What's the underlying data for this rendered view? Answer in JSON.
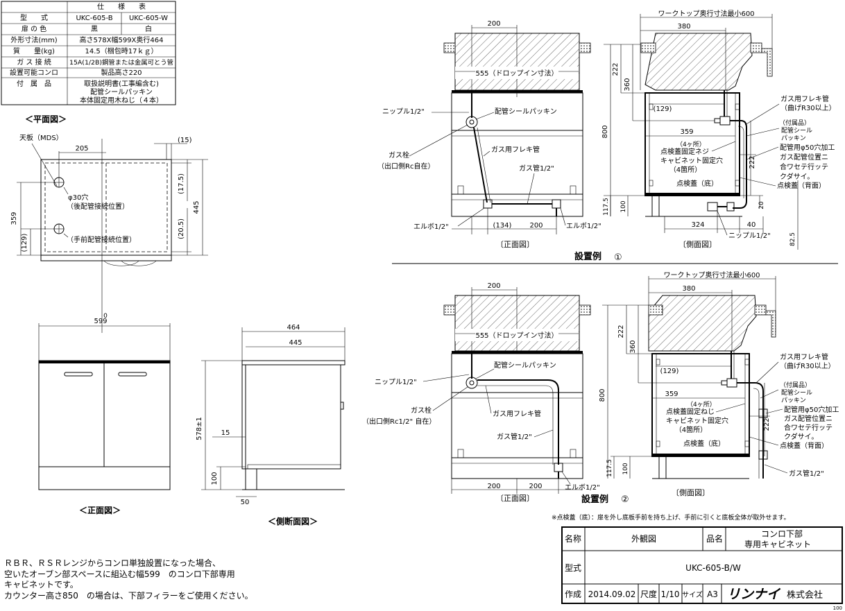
{
  "spec_table": {
    "title": "仕　　様　　表",
    "header": {
      "label": "型　　式",
      "col1": "UKC-605-B",
      "col2": "UKC-605-W"
    },
    "door_color": {
      "label": "扉 の 色",
      "col1": "黒",
      "col2": "白"
    },
    "size": {
      "label": "外形寸法(mm)",
      "value": "高さ578X幅599X奥行464"
    },
    "weight": {
      "label": "質　　量(kg)",
      "value": "14.5（梱包時17ｋｇ）"
    },
    "gas": {
      "label": "ガ ス 接 続",
      "value": "15A(1/2B)鋼管または金属可とう管"
    },
    "stove": {
      "label": "設置可能コンロ",
      "value": "製品高さ220"
    },
    "accessories": {
      "label": "付　属　品",
      "lines": [
        "取扱説明書(工事編含む)",
        "配管シールパッキン",
        "本体固定用木ねじ（４本）"
      ]
    }
  },
  "plan_view": {
    "title": "＜平面図＞",
    "top_label": "天板（MDS）",
    "dim_205": "205",
    "dim_15": "(15)",
    "dim_17_5": "(17.5)",
    "dim_445": "445",
    "dim_359": "359",
    "dim_129": "(129)",
    "dim_20_5": "(20.5)",
    "hole": "φ30穴",
    "rear_pipe": "（後配管接続位置）",
    "front_pipe": "（手前配管接続位置）"
  },
  "front_view": {
    "title": "＜正面図＞",
    "dim_599": "599",
    "dim_0": "0"
  },
  "section_view": {
    "title": "＜側断面図＞",
    "dim_464": "464",
    "dim_445": "445",
    "dim_578": "578±1",
    "dim_15": "15",
    "dim_100": "100",
    "dim_50": "50"
  },
  "example1": {
    "label": "設置例",
    "number": "①",
    "front_title": "〔正面図〕",
    "side_title": "〔側面図〕",
    "dim_200_top": "200",
    "dim_555": "555（ドロップイン寸法）",
    "nipple": "ニップル1/2\"",
    "packing": "配管シールパッキン",
    "flex": "ガス用フレキ管",
    "gas_cock": "ガス栓",
    "gas_cock_note": "（出口側Rc自在）",
    "gas_pipe": "ガス管1/2\"",
    "elbow_left": "エルボ1/2\"",
    "elbow_right": "エルボ1/2\"",
    "dim_134": "(134)",
    "dim_200_bottom": "200",
    "worktop": "ワークトップ奥行寸法最小600",
    "dim_380": "380",
    "dim_222a": "222",
    "dim_360": "360",
    "dim_800": "800",
    "dim_129": "(129)",
    "dim_359": "359",
    "four_places": "（4ヶ所）",
    "screw": "点検蓋固定ネジ",
    "cabinet_hole": "キャビネット固定穴",
    "four_places2": "（4箇所）",
    "lid_bottom": "点検蓋（底）",
    "dim_222b": "222",
    "dim_117": "117.5",
    "dim_100": "100",
    "dim_20": "20",
    "dim_324": "324",
    "dim_40": "40",
    "dim_82": "82.5",
    "nipple_side": "ニップル1/2\"",
    "flex_side": "ガス用フレキ管",
    "bend": "（曲げR30以上）",
    "acc1": "（付属品）",
    "acc2": "配管シール",
    "acc3": "パッキン",
    "note1": "配管用φ50穴加工",
    "note2": "ガス配管位置ニ",
    "note3": "合ワセテ行ッテ",
    "note4": "クダサイ。",
    "lid_back": "点検蓋（背面）"
  },
  "example2": {
    "label": "設置例",
    "number": "②",
    "front_title": "〔正面図〕",
    "side_title": "〔側面図〕",
    "dim_200_top": "200",
    "dim_555": "555（ドロップイン寸法）",
    "nipple": "ニップル1/2\"",
    "packing": "配管シールパッキン",
    "flex": "ガス用フレキ管",
    "gas_cock": "ガス栓",
    "gas_cock_note": "（出口側Rc1/2\" 自在）",
    "gas_pipe": "ガス管1/2\"",
    "elbow": "エルボ1/2\"",
    "dim_200_a": "200",
    "dim_200_b": "200",
    "worktop": "ワークトップ奥行寸法最小600",
    "dim_380": "380",
    "dim_222a": "222",
    "dim_360": "360",
    "dim_800": "800",
    "dim_129": "(129)",
    "dim_359": "359",
    "four_places": "（4ヶ所）",
    "screw": "点検蓋固定ねじ",
    "cabinet_hole": "キャビネット固定穴",
    "four_places2": "（4箇所）",
    "lid_bottom": "点検蓋（底）",
    "dim_222b": "222",
    "dim_117": "117.5",
    "dim_100": "100",
    "flex_side": "ガス用フレキ管",
    "bend": "（曲げR30以上）",
    "acc1": "（付属品）",
    "acc2": "配管シール",
    "acc3": "パッキン",
    "note1": "配管用φ50穴加工",
    "note2": "ガス配管位置ニ",
    "note3": "合ワセテ行ッテ",
    "note4": "クダサイ。",
    "lid_back": "点検蓋（背面）",
    "gas_pipe_side": "ガス管1/2\""
  },
  "bottom_note": "※点検蓋（底）：扉を外し底板手前を持ち上げ、手前に引くと底板全体が取外せます。",
  "description": [
    "ＲＢＲ、ＲＳＲレンジからコンロ単独設置になった場合、",
    "空いたオーブン部スペースに組込む幅599　のコンロ下部専用",
    "キャビネットです。",
    "カウンター高さ850　の場合は、下部フィラーをご使用ください。"
  ],
  "title_block": {
    "name_label": "名称",
    "name_value": "外観図",
    "product_label": "品名",
    "product_line1": "コンロ下部",
    "product_line2": "専用キャビネット",
    "model_label": "型式",
    "model_value": "UKC-605-B/W",
    "date_label": "作成",
    "date_value": "2014.09.02",
    "scale_label": "尺度",
    "scale_value": "1/10",
    "size_label": "サイズ",
    "size_value": "A3",
    "company": "リンナイ",
    "company_suffix": "株式会社",
    "corner": "100"
  }
}
